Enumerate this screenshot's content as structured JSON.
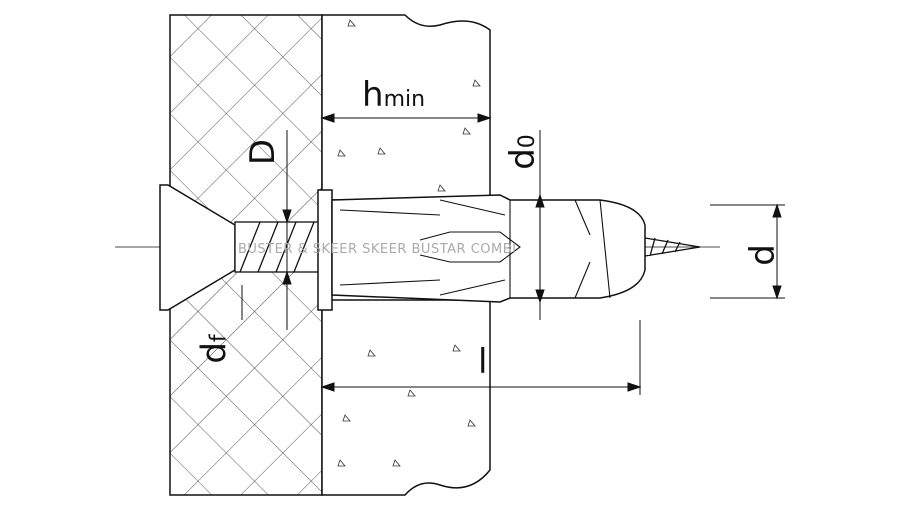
{
  "labels": {
    "hmin_main": "h",
    "hmin_sub": "min",
    "D": "D",
    "d0_main": "d",
    "d0_sub": "0",
    "d": "d",
    "df_main": "d",
    "df_sub": "f",
    "l": "l"
  },
  "watermark": "BUSTER & SKEER  SKEER BUSTAR COMBI"
}
